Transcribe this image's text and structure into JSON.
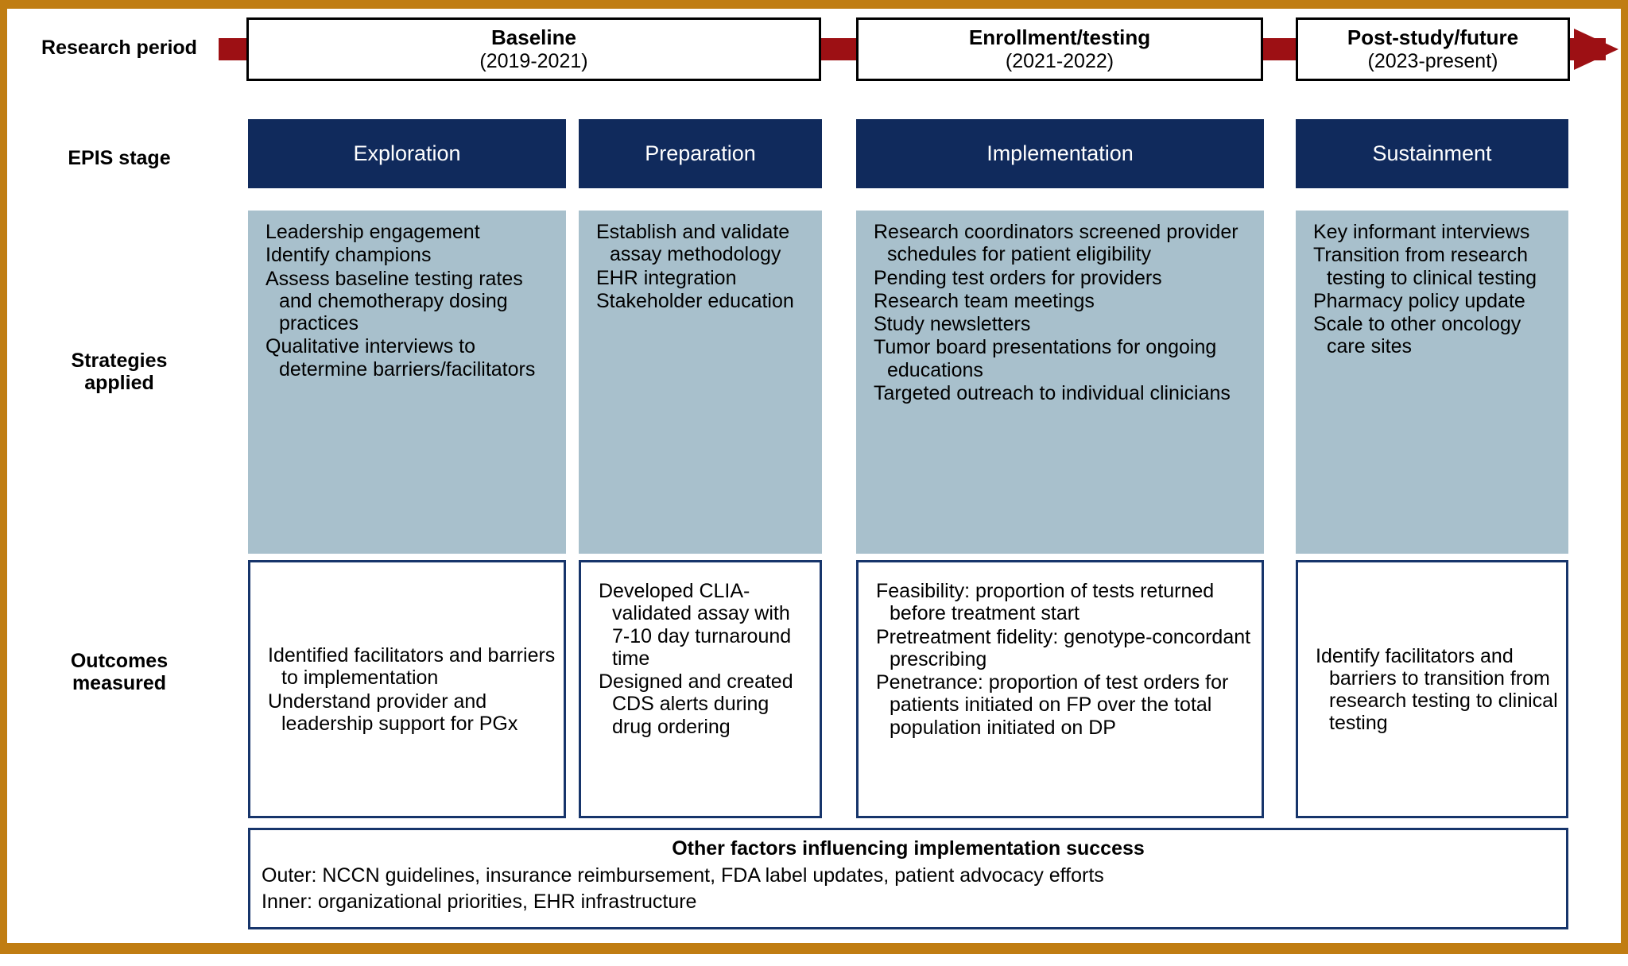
{
  "row_labels": {
    "research_period": "Research period",
    "epis_stage": "EPIS stage",
    "strategies_applied": "Strategies\napplied",
    "strategies_line1": "Strategies",
    "strategies_line2": "applied",
    "outcomes_line1": "Outcomes",
    "outcomes_line2": "measured"
  },
  "colors": {
    "timeline_arrow": "#9d1014",
    "epis_header": "#102a5c",
    "strategies_fill": "#a8c0cc",
    "outcome_border": "#17356b",
    "figure_rule": "#c07d12"
  },
  "research_periods": [
    {
      "title": "Baseline",
      "years": "(2019-2021)"
    },
    {
      "title": "Enrollment/testing",
      "years": "(2021-2022)"
    },
    {
      "title": "Post-study/future",
      "years": "(2023-present)"
    }
  ],
  "columns": [
    {
      "epis_stage": "Exploration",
      "strategies": [
        "Leadership engagement",
        "Identify champions",
        "Assess baseline testing rates and chemotherapy dosing practices",
        "Qualitative interviews to determine barriers/facilitators"
      ],
      "outcomes": [
        "Identified facilitators and barriers to implementation",
        "Understand provider and leadership support for PGx"
      ]
    },
    {
      "epis_stage": "Preparation",
      "strategies": [
        "Establish and validate assay methodology",
        "EHR integration",
        "Stakeholder education"
      ],
      "outcomes": [
        "Developed CLIA-validated assay with 7-10 day turnaround time",
        "Designed and created CDS alerts during drug ordering"
      ]
    },
    {
      "epis_stage": "Implementation",
      "strategies": [
        "Research coordinators screened provider schedules for patient eligibility",
        "Pending test orders for providers",
        "Research team meetings",
        "Study newsletters",
        "Tumor board presentations for ongoing educations",
        "Targeted outreach to individual clinicians"
      ],
      "outcomes": [
        "Feasibility: proportion of tests returned before treatment start",
        "Pretreatment fidelity: genotype-concordant prescribing",
        "Penetrance: proportion of test orders for patients initiated on FP over the total population initiated on DP"
      ]
    },
    {
      "epis_stage": "Sustainment",
      "strategies": [
        "Key informant interviews",
        "Transition from research testing to clinical testing",
        "Pharmacy policy update",
        "Scale to other oncology care sites"
      ],
      "outcomes": [
        "Identify facilitators and barriers to transition from research testing to clinical testing"
      ]
    }
  ],
  "other_factors": {
    "title": "Other factors influencing implementation success",
    "outer": "Outer: NCCN guidelines, insurance reimbursement, FDA label updates, patient advocacy efforts",
    "inner": "Inner: organizational priorities, EHR infrastructure"
  }
}
